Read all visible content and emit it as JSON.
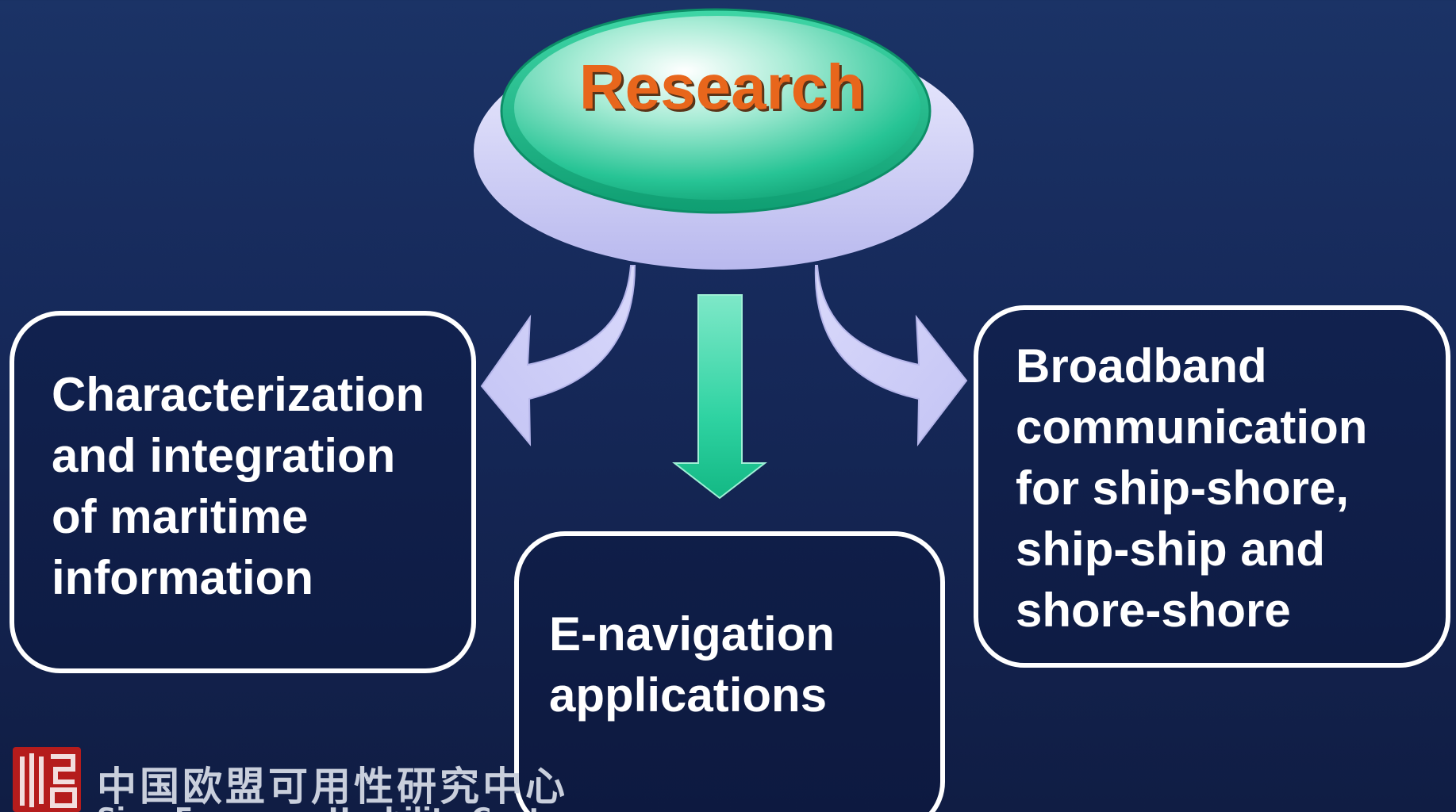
{
  "diagram": {
    "center": {
      "label": "Research"
    },
    "boxes": [
      {
        "id": "left",
        "text": "Characterization\nand integration\nof maritime\ninformation"
      },
      {
        "id": "middle",
        "text": "E-navigation\napplications"
      },
      {
        "id": "right",
        "text": "Broadband\ncommunication\nfor ship-shore,\nship-ship and\nshore-shore"
      }
    ]
  },
  "footer": {
    "logo_icon": "seal-logo-icon",
    "org_name_cn": "中国欧盟可用性研究中心",
    "org_name_en": "Sino-European Usability Center"
  },
  "colors": {
    "background": "#16295a",
    "title": "#e8661c",
    "ellipse_green": "#1fbf90",
    "ellipse_base": "#d4d4f8",
    "arrow_green": "#2bd0a0",
    "curved_arrow": "#d8d8fb",
    "box_border": "#ffffff",
    "logo_red": "#b51c1c"
  }
}
